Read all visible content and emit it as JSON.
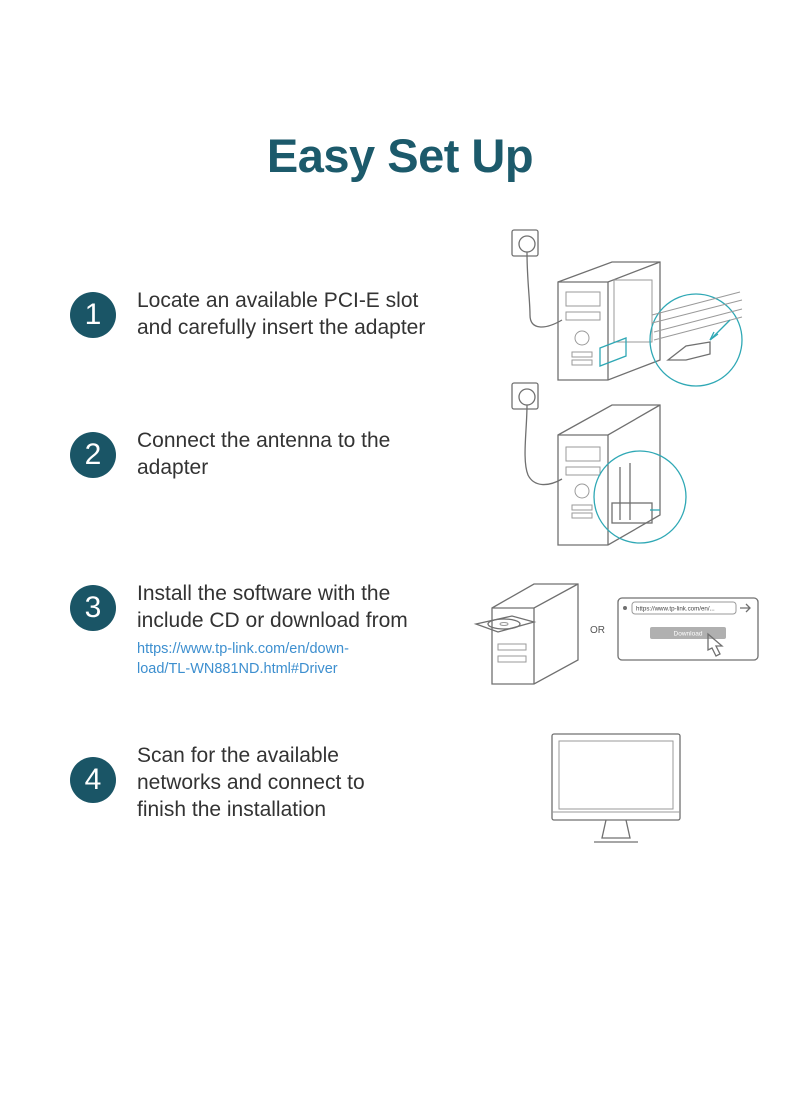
{
  "title": "Easy Set Up",
  "steps": [
    {
      "number": "1",
      "lines": [
        "Locate an available PCI-E slot",
        "and carefully insert the adapter"
      ]
    },
    {
      "number": "2",
      "lines": [
        "Connect the antenna to the",
        "adapter"
      ]
    },
    {
      "number": "3",
      "lines": [
        "Install the software with the",
        "include CD or download from"
      ],
      "link_lines": [
        "https://www.tp-link.com/en/down-",
        "load/TL-WN881ND.html#Driver"
      ]
    },
    {
      "number": "4",
      "lines": [
        "Scan for the available",
        "networks and connect to",
        "finish the installation"
      ]
    }
  ],
  "illustrations": {
    "step3_or": "OR",
    "browser_url": "https://www.tp-link.com/en/...",
    "download_button": "Download"
  },
  "colors": {
    "title": "#1c5a6b",
    "badge": "#1a5566",
    "link": "#3d8fcf",
    "accent_teal": "#2fa8b5"
  }
}
